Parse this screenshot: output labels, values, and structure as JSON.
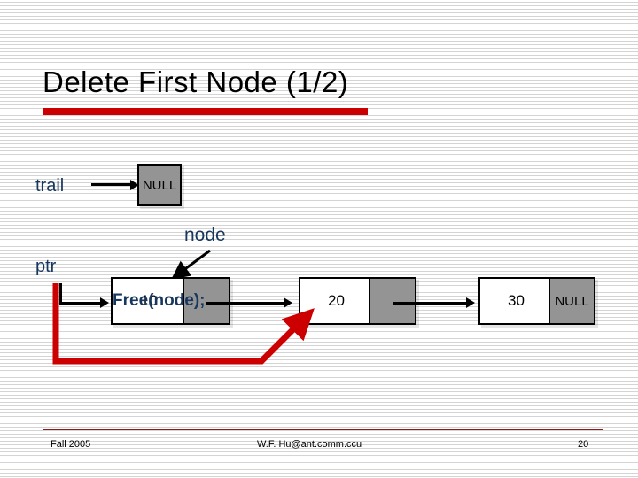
{
  "slide": {
    "title": "Delete First Node (1/2)",
    "accent_color": "#cc0000",
    "rule_color": "#8b1a1a",
    "label_color": "#17375e"
  },
  "diagram": {
    "pointers": [
      {
        "name": "trail",
        "label": "trail"
      },
      {
        "name": "ptr",
        "label": "ptr"
      },
      {
        "name": "node",
        "label": "node"
      }
    ],
    "trail_target": {
      "value": "NULL"
    },
    "list_nodes": [
      {
        "data": "10",
        "next": "",
        "name": "node-1"
      },
      {
        "data": "20",
        "next": "",
        "name": "node-2"
      },
      {
        "data": "30",
        "next": "NULL",
        "name": "node-3"
      }
    ],
    "code_overlay": "Free(node);"
  },
  "footer": {
    "left": "Fall 2005",
    "center": "W.F. Hu@ant.comm.ccu",
    "page": "20"
  }
}
